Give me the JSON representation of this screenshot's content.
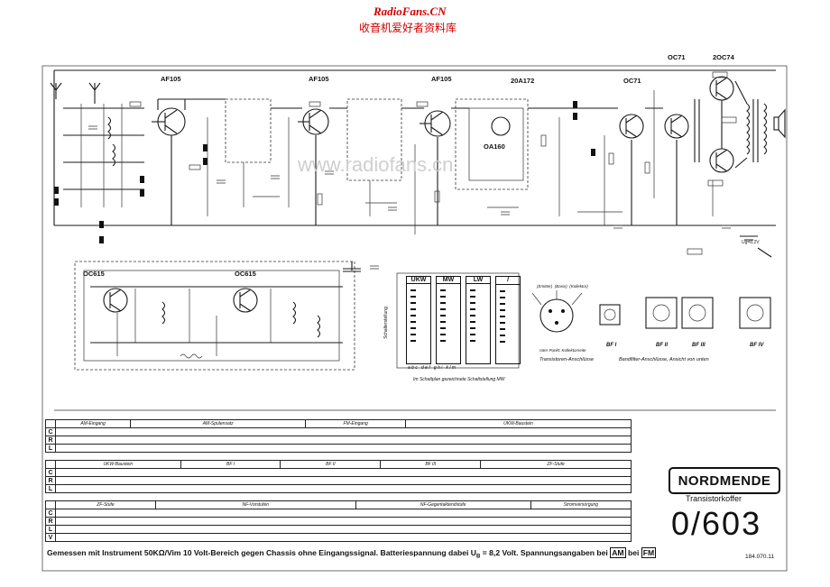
{
  "header": {
    "site": "RadioFans.CN",
    "site_cn": "收音机爱好者资料库"
  },
  "watermark": "www.radiofans.cn",
  "transistors_top": [
    "AF105",
    "AF105",
    "AF105",
    "20A172",
    "OC71",
    "OC71",
    "2OC74"
  ],
  "transistors_am": [
    "OC615",
    "OC615"
  ],
  "diode_label": "OA160",
  "switch_boxes": {
    "labels": [
      "UKW",
      "MW",
      "LW",
      "𝑙"
    ],
    "caption": "Im Schaltplan gezeichnete Schaltstellung MW",
    "side_label": "Schalterstellung",
    "col_letters": "a b c   d e f   g h i   k l m"
  },
  "transistor_pins": {
    "pin_labels": "(Emitter)  (Basis)  (Kollektor)",
    "note": "roter Punkt: Kollektorseite",
    "caption": "Transistoren-Anschlüsse"
  },
  "bandfilter": {
    "labels": [
      "BF I",
      "BF II",
      "BF III",
      "BF IV"
    ],
    "caption": "Bandfilter-Anschlüsse, Ansicht von unten"
  },
  "tables": {
    "row_labels": [
      "C",
      "R",
      "L",
      "V"
    ],
    "t1_groups": [
      "AM-Eingang",
      "AM-Spulensatz",
      "FM-Eingang",
      "UKW-Baustein"
    ],
    "t2_groups": [
      "UKW-Baustein",
      "BF I",
      "BF II",
      "BF III",
      "ZF-Stufe"
    ],
    "t3_groups": [
      "ZF-Stufe",
      "NF-Vorstufen",
      "NF-Gegentaktendstufe",
      "Stromversorgung"
    ]
  },
  "brand": "NORDMENDE",
  "subtitle": "Transistorkoffer",
  "model": "0/603",
  "footer": {
    "text": "Gemessen mit Instrument 50KΩ/Vim 10 Volt-Bereich gegen Chassis ohne Eingangssignal. Batteriespannung dabei U",
    "sub": "B",
    "text2": "= 8,2 Volt. Spannungsangaben bei",
    "am": "AM",
    "bei": "bei",
    "fm": "FM"
  },
  "docnum": "184.070.11",
  "battery": "Ug=8,2V"
}
